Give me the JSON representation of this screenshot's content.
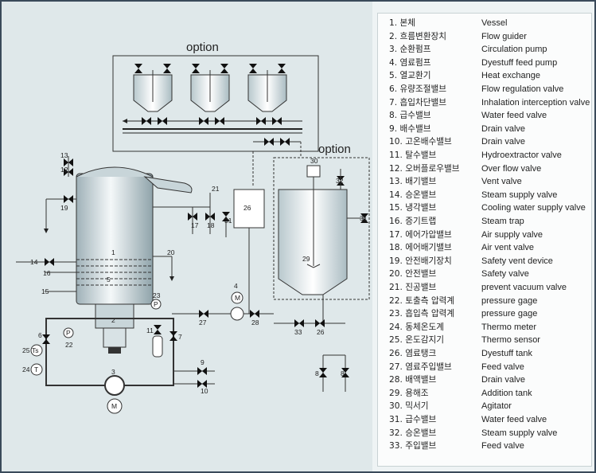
{
  "options": {
    "top": "option",
    "right": "option"
  },
  "numbers": {
    "n1": "1",
    "n2": "2",
    "n3": "3",
    "n4": "4",
    "n5": "5",
    "n6": "6",
    "n7": "7",
    "n8a": "8",
    "n8b": "8",
    "n9": "9",
    "n10": "10",
    "n11": "11",
    "n12": "12",
    "n13": "13",
    "n14": "14",
    "n15": "15",
    "n16": "16",
    "n17": "17",
    "n18": "18",
    "n19": "19",
    "n20": "20",
    "n21": "21",
    "n22": "22",
    "n23": "23",
    "n24": "24",
    "n25": "25",
    "n26a": "26",
    "n26b": "26",
    "n27": "27",
    "n28": "28",
    "n29": "29",
    "n30": "30",
    "n31a": "31",
    "n31b": "31",
    "n31c": "31",
    "n32": "32",
    "n33": "33"
  },
  "gauges": {
    "pressure": "P",
    "temperature": "T",
    "sensor": "Ts",
    "motor": "M"
  },
  "legend": [
    {
      "ko": "1. 본체",
      "en": "Vessel"
    },
    {
      "ko": "2. 흐름변환장치",
      "en": "Flow guider"
    },
    {
      "ko": "3. 순환펌프",
      "en": "Circulation pump"
    },
    {
      "ko": "4. 염료펌프",
      "en": "Dyestuff feed pump"
    },
    {
      "ko": "5. 열교환기",
      "en": "Heat exchange"
    },
    {
      "ko": "6. 유량조절밸브",
      "en": "Flow regulation valve"
    },
    {
      "ko": "7. 흡입차단밸브",
      "en": "Inhalation interception valve"
    },
    {
      "ko": "8. 급수밸브",
      "en": "Water feed valve"
    },
    {
      "ko": "9. 배수밸브",
      "en": "Drain valve"
    },
    {
      "ko": "10. 고온배수밸브",
      "en": "Drain valve"
    },
    {
      "ko": "11. 탈수밸브",
      "en": "Hydroextractor valve"
    },
    {
      "ko": "12. 오버플로우밸브",
      "en": "Over flow valve"
    },
    {
      "ko": "13. 배기밸브",
      "en": "Vent valve"
    },
    {
      "ko": "14. 승온밸브",
      "en": "Steam supply valve"
    },
    {
      "ko": "15. 냉각밸브",
      "en": "Cooling water supply valve"
    },
    {
      "ko": "16. 증기트랩",
      "en": "Steam trap"
    },
    {
      "ko": "17. 에어가압밸브",
      "en": "Air supply valve"
    },
    {
      "ko": "18. 에어배기밸브",
      "en": "Air vent valve"
    },
    {
      "ko": "19. 안전배기장치",
      "en": "Safety vent device"
    },
    {
      "ko": "20. 안전밸브",
      "en": "Safety valve"
    },
    {
      "ko": "21. 진공밸브",
      "en": "prevent vacuum valve"
    },
    {
      "ko": "22. 토출측 압력계",
      "en": "pressure gage"
    },
    {
      "ko": "23. 흡입측 압력계",
      "en": "pressure gage"
    },
    {
      "ko": "24. 동체온도계",
      "en": "Thermo meter"
    },
    {
      "ko": "25. 온도감지기",
      "en": "Thermo sensor"
    },
    {
      "ko": "26. 염료탱크",
      "en": "Dyestuff tank"
    },
    {
      "ko": "27. 염료주입밸브",
      "en": "Feed valve"
    },
    {
      "ko": "28. 배액밸브",
      "en": "Drain valve"
    },
    {
      "ko": "29. 용해조",
      "en": "Addition tank"
    },
    {
      "ko": "30. 믹서기",
      "en": "Agitator"
    },
    {
      "ko": "31. 급수밸브",
      "en": "Water feed valve"
    },
    {
      "ko": "32. 승온밸브",
      "en": "Steam supply valve"
    },
    {
      "ko": "33. 주입밸브",
      "en": "Feed valve"
    }
  ]
}
